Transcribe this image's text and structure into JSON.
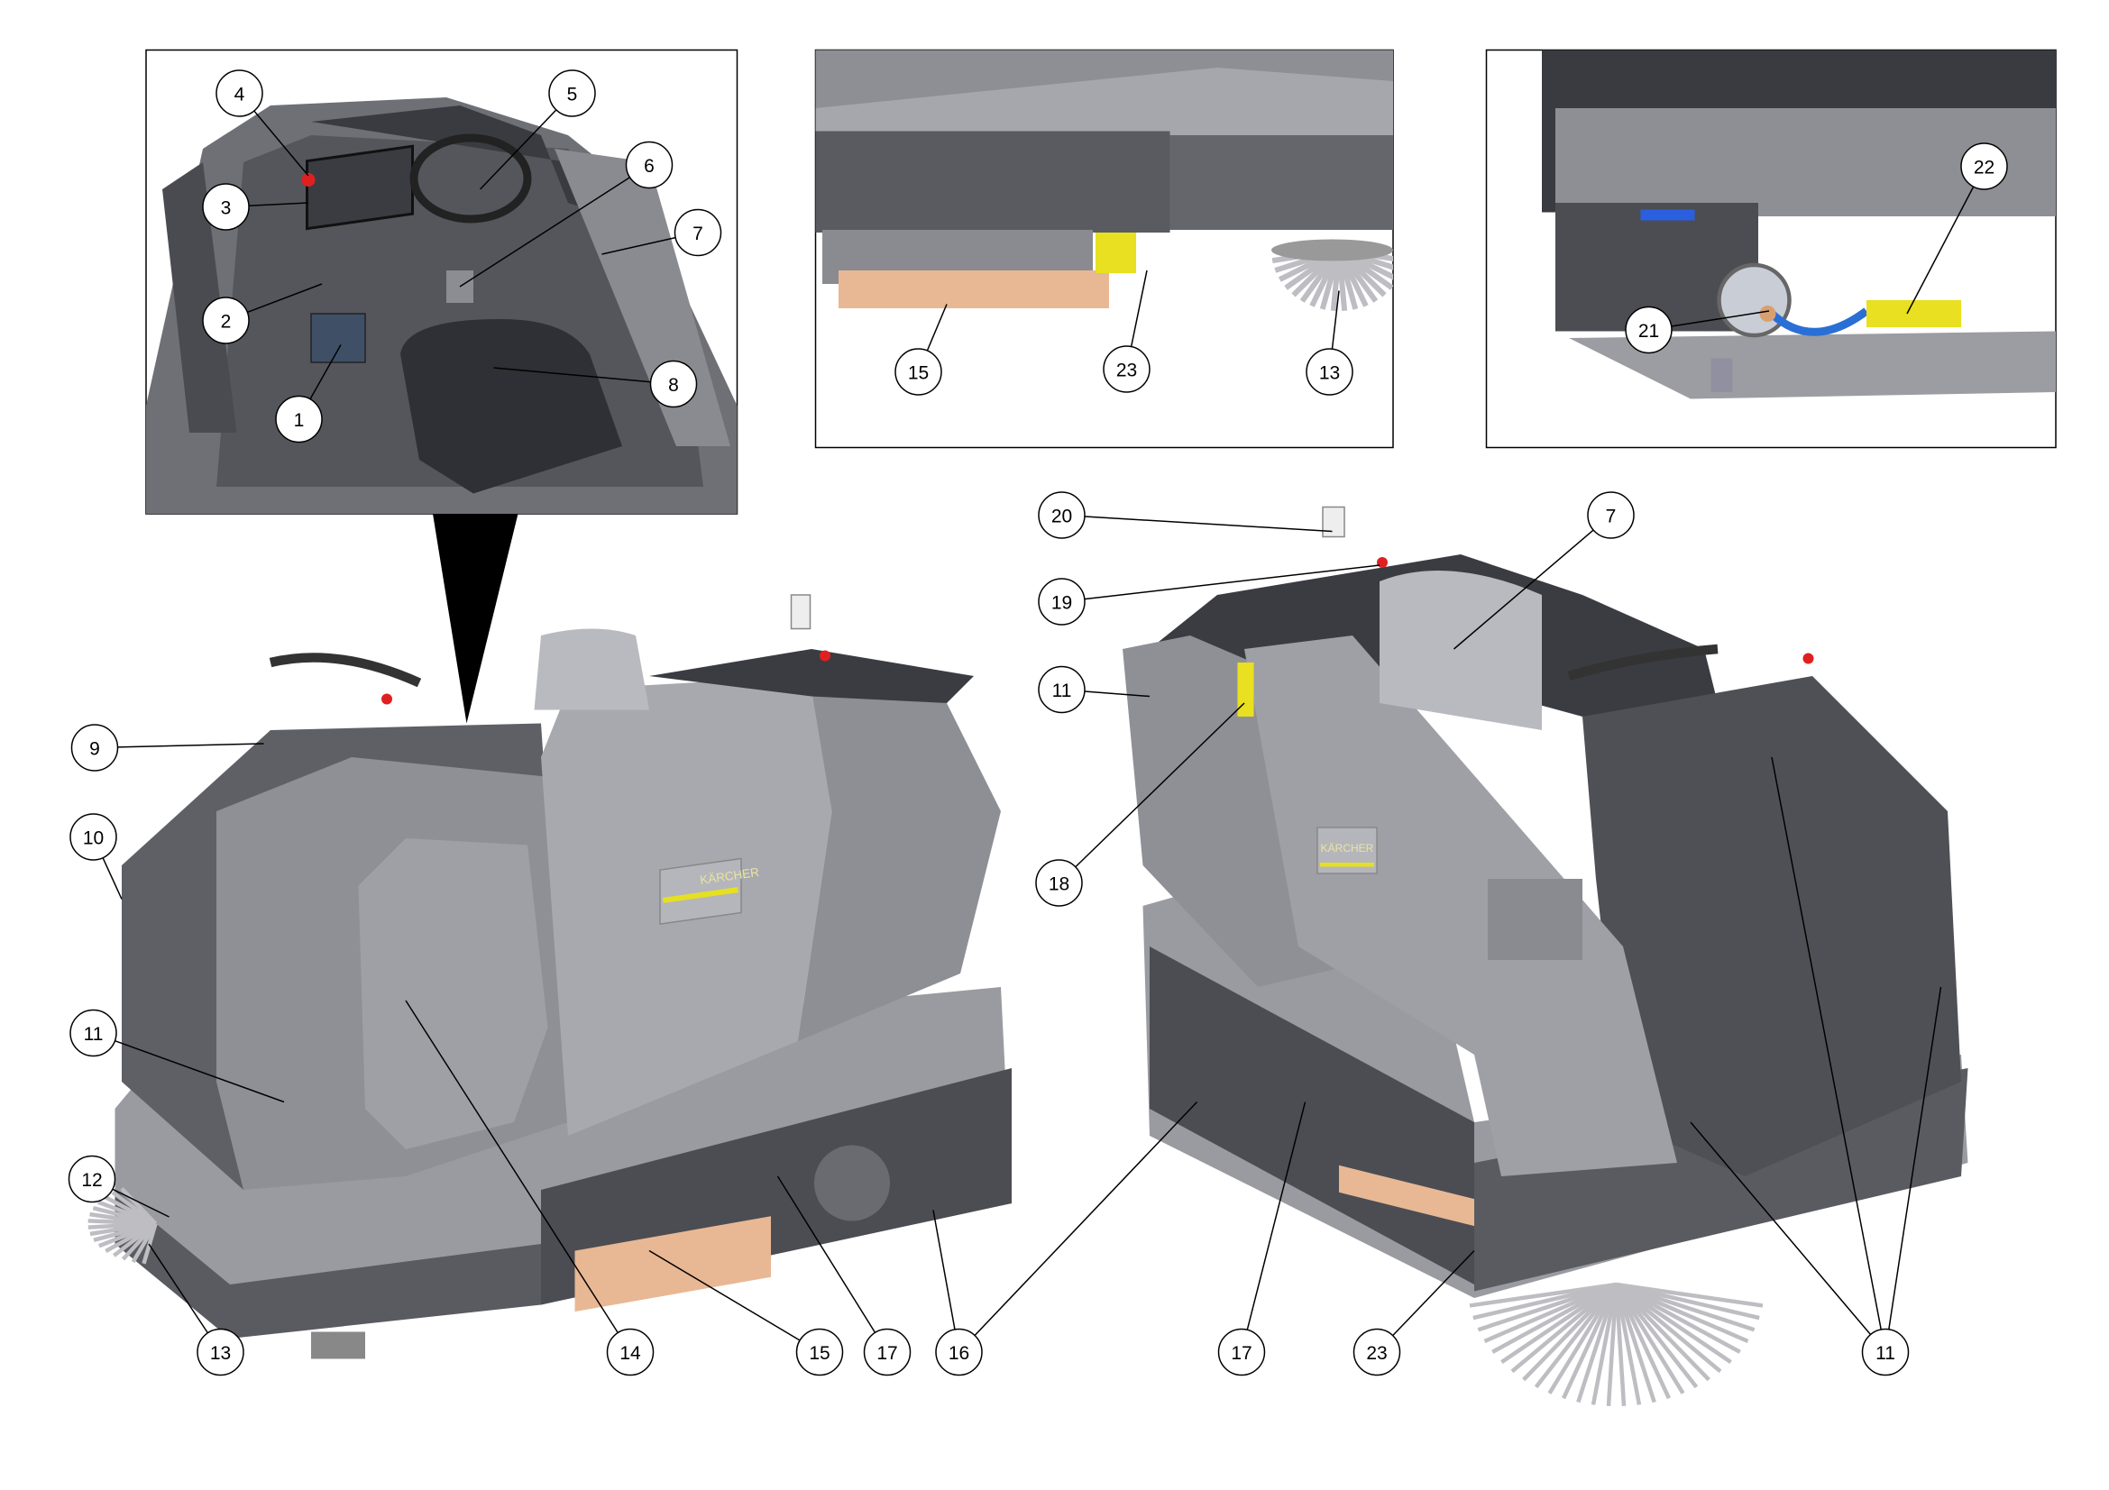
{
  "callouts": [
    "1",
    "2",
    "3",
    "4",
    "5",
    "6",
    "7",
    "8",
    "9",
    "10",
    "11",
    "12",
    "13",
    "14",
    "15",
    "16",
    "17",
    "18",
    "19",
    "20",
    "21",
    "22",
    "23"
  ],
  "logo_text": "KÄRCHER",
  "colors": {
    "body_light": "#9a9ba0",
    "body_mid": "#7d7e84",
    "body_dark": "#55565c",
    "squeegee": "#e8b894",
    "accent_yellow": "#f2e600",
    "brush": "#c8c8cc",
    "hose_blue": "#2a6fd6",
    "frame": "#000000"
  }
}
